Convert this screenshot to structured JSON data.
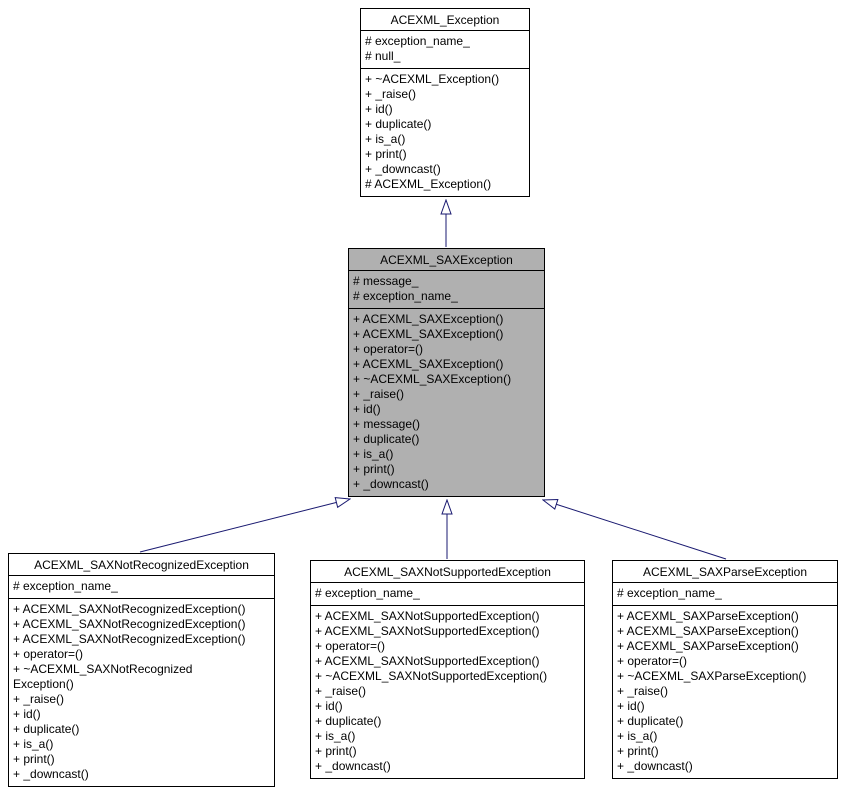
{
  "diagram": {
    "kind": "uml-class-inheritance-diagram",
    "background_color": "#ffffff",
    "edge_color": "#191970",
    "node_border_color": "#000000",
    "node_fill_color": "#ffffff",
    "highlight_fill_color": "#b0b0b0",
    "edges": [
      {
        "from": "ACEXML_SAXException",
        "to": "ACEXML_Exception",
        "type": "inheritance"
      },
      {
        "from": "ACEXML_SAXNotRecognizedException",
        "to": "ACEXML_SAXException",
        "type": "inheritance"
      },
      {
        "from": "ACEXML_SAXNotSupportedException",
        "to": "ACEXML_SAXException",
        "type": "inheritance"
      },
      {
        "from": "ACEXML_SAXParseException",
        "to": "ACEXML_SAXException",
        "type": "inheritance"
      }
    ]
  },
  "classes": [
    {
      "title": "ACEXML_Exception",
      "highlighted": false,
      "attributes": [
        "# exception_name_",
        "# null_"
      ],
      "methods": [
        "+ ~ACEXML_Exception()",
        "+ _raise()",
        "+ id()",
        "+ duplicate()",
        "+ is_a()",
        "+ print()",
        "+ _downcast()",
        "# ACEXML_Exception()"
      ]
    },
    {
      "title": "ACEXML_SAXException",
      "highlighted": true,
      "attributes": [
        "# message_",
        "# exception_name_"
      ],
      "methods": [
        "+ ACEXML_SAXException()",
        "+ ACEXML_SAXException()",
        "+ operator=()",
        "+ ACEXML_SAXException()",
        "+ ~ACEXML_SAXException()",
        "+ _raise()",
        "+ id()",
        "+ message()",
        "+ duplicate()",
        "+ is_a()",
        "+ print()",
        "+ _downcast()"
      ]
    },
    {
      "title": "ACEXML_SAXNotRecognizedException",
      "highlighted": false,
      "attributes": [
        "# exception_name_"
      ],
      "methods": [
        "+ ACEXML_SAXNotRecognizedException()",
        "+ ACEXML_SAXNotRecognizedException()",
        "+ ACEXML_SAXNotRecognizedException()",
        "+ operator=()",
        "+ ~ACEXML_SAXNotRecognized\nException()",
        "+ _raise()",
        "+ id()",
        "+ duplicate()",
        "+ is_a()",
        "+ print()",
        "+ _downcast()"
      ]
    },
    {
      "title": "ACEXML_SAXNotSupportedException",
      "highlighted": false,
      "attributes": [
        "# exception_name_"
      ],
      "methods": [
        "+ ACEXML_SAXNotSupportedException()",
        "+ ACEXML_SAXNotSupportedException()",
        "+ operator=()",
        "+ ACEXML_SAXNotSupportedException()",
        "+ ~ACEXML_SAXNotSupportedException()",
        "+ _raise()",
        "+ id()",
        "+ duplicate()",
        "+ is_a()",
        "+ print()",
        "+ _downcast()"
      ]
    },
    {
      "title": "ACEXML_SAXParseException",
      "highlighted": false,
      "attributes": [
        "# exception_name_"
      ],
      "methods": [
        "+ ACEXML_SAXParseException()",
        "+ ACEXML_SAXParseException()",
        "+ ACEXML_SAXParseException()",
        "+ operator=()",
        "+ ~ACEXML_SAXParseException()",
        "+ _raise()",
        "+ id()",
        "+ duplicate()",
        "+ is_a()",
        "+ print()",
        "+ _downcast()"
      ]
    }
  ]
}
